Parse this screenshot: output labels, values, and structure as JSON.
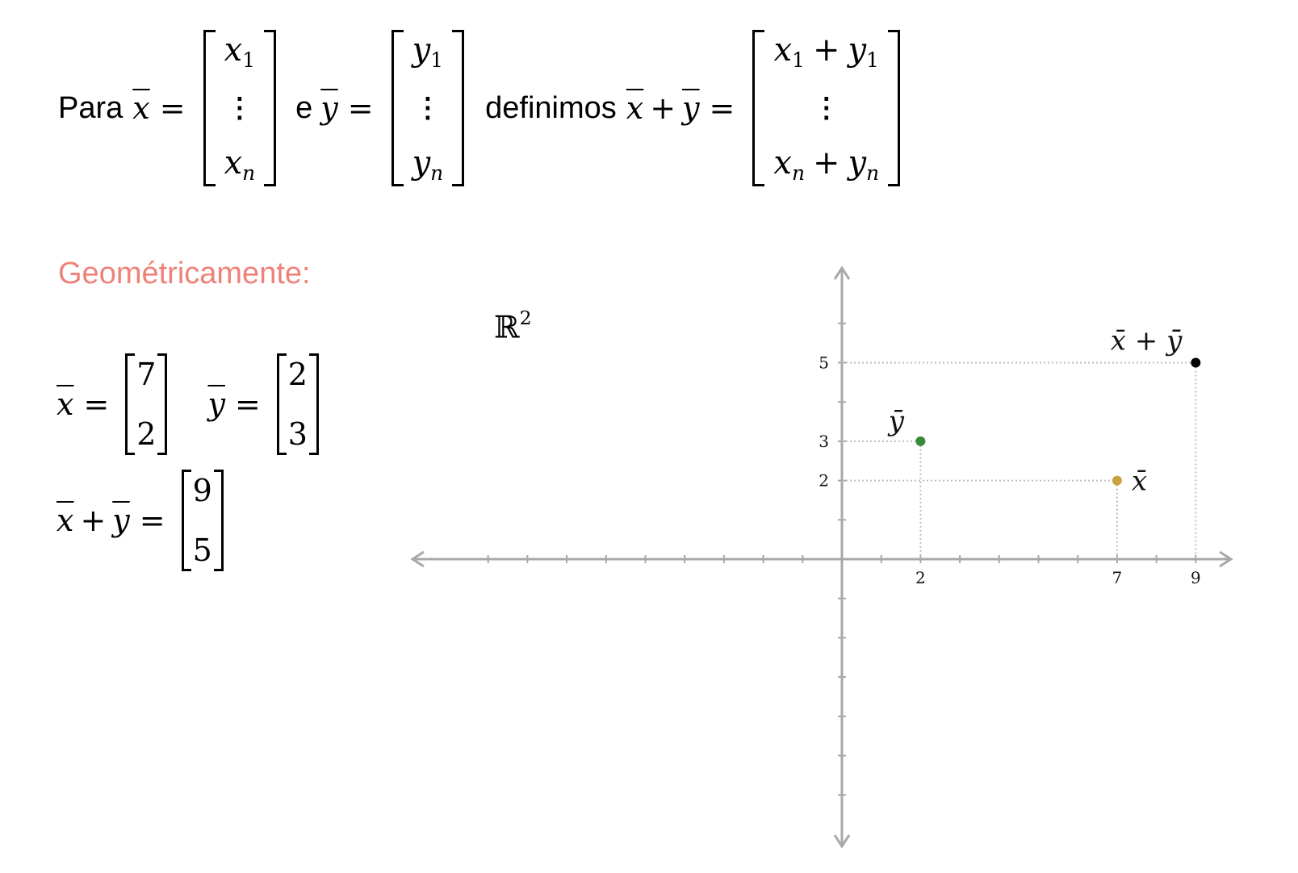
{
  "definition": {
    "intro": "Para",
    "x_name": "x",
    "eq": "=",
    "mid": "e",
    "y_name": "y",
    "defines": "definimos",
    "plus": "+",
    "x_top": "x",
    "x_top_sub": "1",
    "x_bot": "x",
    "x_bot_sub": "n",
    "y_top": "y",
    "y_top_sub": "1",
    "y_bot": "y",
    "y_bot_sub": "n",
    "vdots": "⋮"
  },
  "geometric_heading": "Geométricamente:",
  "space_label": "ℝ",
  "space_power": "2",
  "example": {
    "x_vector": [
      "7",
      "2"
    ],
    "y_vector": [
      "2",
      "3"
    ],
    "sum_vector": [
      "9",
      "5"
    ]
  },
  "chart_data": {
    "type": "scatter",
    "x_ticks_labeled": [
      "2",
      "7",
      "9"
    ],
    "y_ticks_labeled": [
      "2",
      "3",
      "5"
    ],
    "xlim": [
      -10,
      10
    ],
    "ylim": [
      -7,
      7
    ],
    "grid": false,
    "points": [
      {
        "label": "ȳ",
        "x": 2,
        "y": 3,
        "color": "#3a8a3a"
      },
      {
        "label": "x̄",
        "x": 7,
        "y": 2,
        "color": "#c9a23f"
      },
      {
        "label": "x̄ + ȳ",
        "x": 9,
        "y": 5,
        "color": "#000000"
      }
    ]
  },
  "colors": {
    "heading": "#ee8278",
    "axis": "#a8a8a8",
    "guide": "#bdbdbd"
  }
}
